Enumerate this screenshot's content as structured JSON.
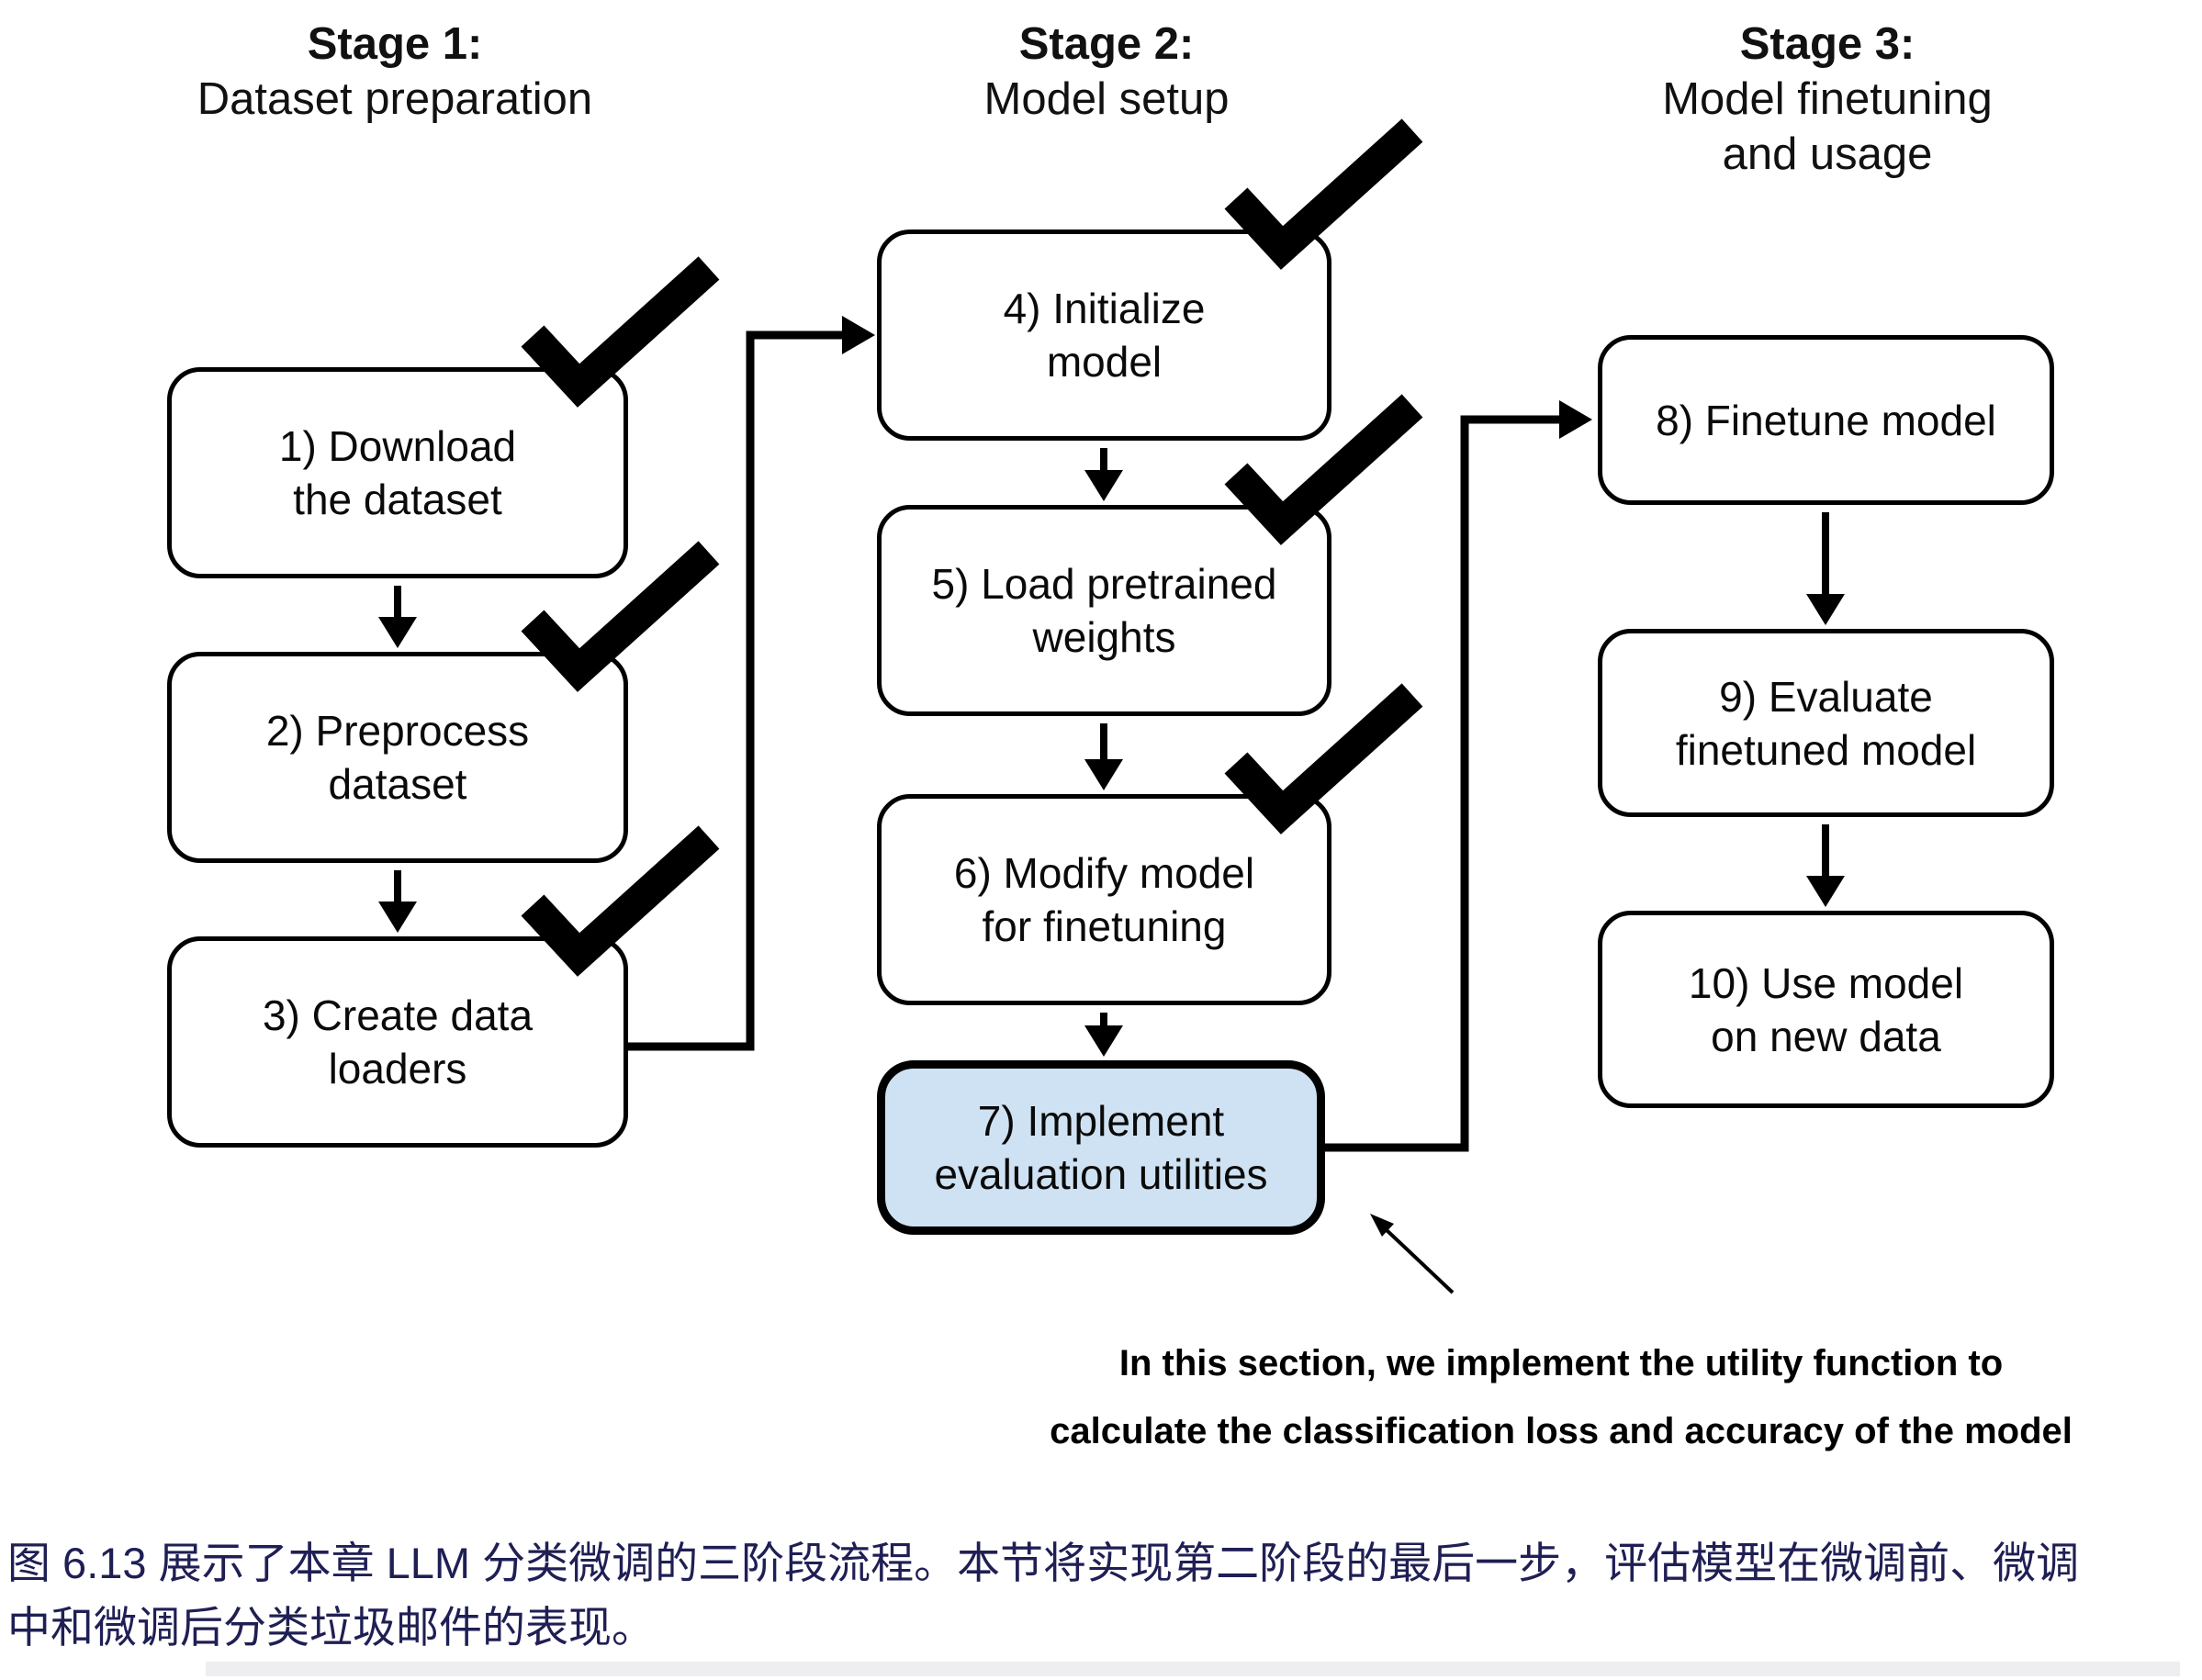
{
  "diagram": {
    "stages": [
      {
        "title": "Stage 1:",
        "subtitle": "Dataset preparation"
      },
      {
        "title": "Stage 2:",
        "subtitle": "Model setup"
      },
      {
        "title": "Stage 3:",
        "subtitle": "Model finetuning\nand usage"
      }
    ],
    "steps": [
      {
        "label": "1) Download\nthe dataset",
        "checked": true
      },
      {
        "label": "2) Preprocess\ndataset",
        "checked": true
      },
      {
        "label": "3) Create data\nloaders",
        "checked": true
      },
      {
        "label": "4) Initialize\nmodel",
        "checked": true
      },
      {
        "label": "5) Load pretrained\nweights",
        "checked": true
      },
      {
        "label": "6) Modify model\nfor finetuning",
        "checked": true
      },
      {
        "label": "7) Implement\nevaluation utilities",
        "checked": false,
        "highlighted": true
      },
      {
        "label": "8) Finetune model",
        "checked": false
      },
      {
        "label": "9) Evaluate\nfinetuned model",
        "checked": false
      },
      {
        "label": "10) Use model\non new data",
        "checked": false
      }
    ],
    "annotation": {
      "line1": "In this section, we implement the utility function to",
      "line2": "calculate the classification loss and accuracy of the model"
    }
  },
  "caption": {
    "text": "图 6.13 展示了本章 LLM 分类微调的三阶段流程。本节将实现第二阶段的最后一步，评估模型在微调前、微调中和微调后分类垃圾邮件的表现。"
  },
  "colors": {
    "highlight_fill": "#cfe2f3",
    "caption_color": "#1f1f55"
  }
}
